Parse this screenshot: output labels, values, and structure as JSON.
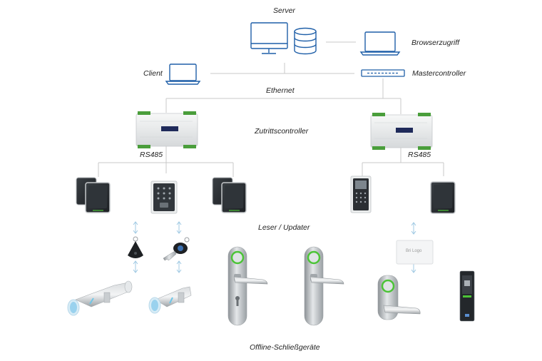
{
  "labels": {
    "server": "Server",
    "browser_access": "Browserzugriff",
    "client": "Client",
    "master_controller": "Mastercontroller",
    "ethernet": "Ethernet",
    "access_controller": "Zutrittscontroller",
    "rs485_left": "RS485",
    "rs485_right": "RS485",
    "reader_updater": "Leser / Updater",
    "offline_locks": "Offline-Schließgeräte"
  },
  "card": {
    "text": "Bri Logo"
  },
  "colors": {
    "accent_blue": "#1f5fa8",
    "line_gray": "#c8c8c8",
    "device_dark": "#2b2f33",
    "device_light": "#eceeee",
    "metal": "#b9bec2",
    "led_green": "#4cc437",
    "led_blue": "#6fc6e8"
  }
}
